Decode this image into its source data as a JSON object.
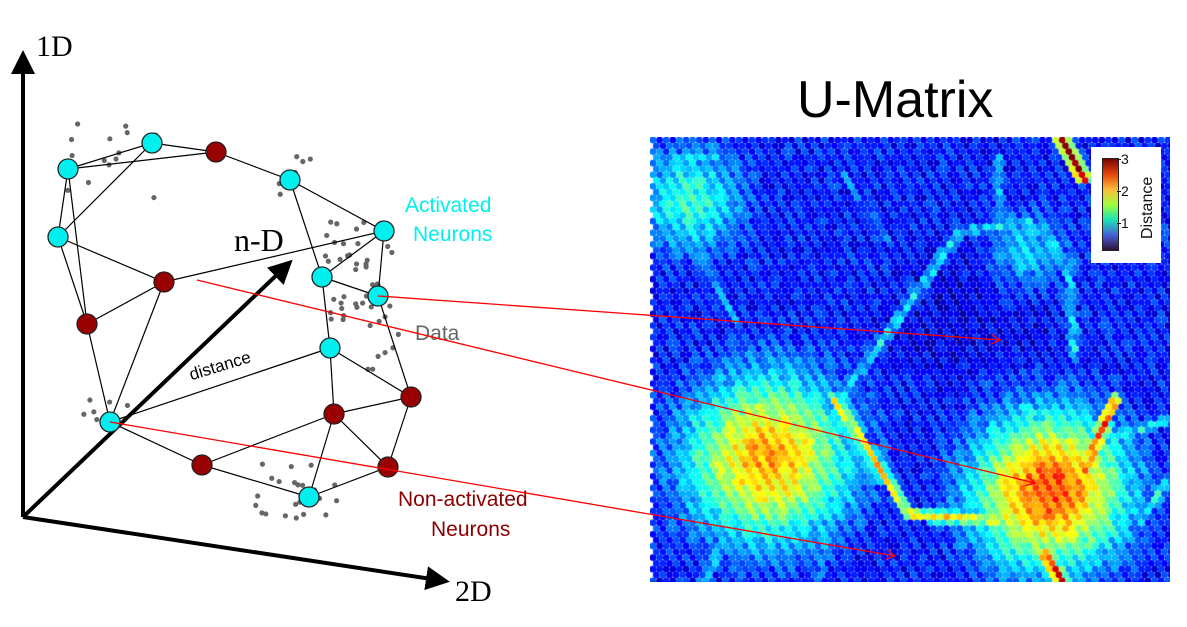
{
  "axes": {
    "y_label": "1D",
    "x_label": "2D",
    "diag_label": "n-D"
  },
  "labels": {
    "distance": "distance",
    "activated": [
      "Activated",
      "Neurons"
    ],
    "data": "Data",
    "non_activated": [
      "Non-activated",
      "Neurons"
    ]
  },
  "umatrix": {
    "title": "U-Matrix",
    "colorbar": {
      "label": "Distance",
      "ticks": [
        "1",
        "2",
        "3"
      ],
      "range": [
        0,
        3.1
      ]
    }
  },
  "colors": {
    "activated": "#00f0f0",
    "non_activated": "#990000",
    "arrow": "#ff0000",
    "data": "#666666"
  }
}
